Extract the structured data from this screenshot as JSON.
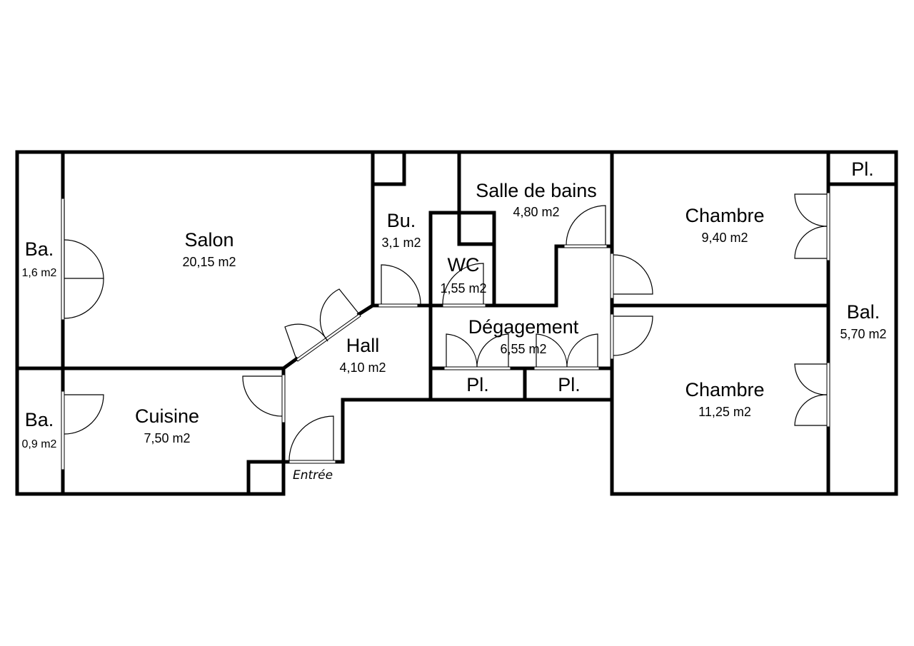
{
  "rooms": {
    "salon": {
      "name": "Salon",
      "area": "20,15 m2"
    },
    "balcony_left_top": {
      "name": "Ba.",
      "area": "1,6 m2"
    },
    "balcony_left_bottom": {
      "name": "Ba.",
      "area": "0,9 m2"
    },
    "cuisine": {
      "name": "Cuisine",
      "area": "7,50 m2"
    },
    "hall": {
      "name": "Hall",
      "area": "4,10 m2"
    },
    "bureau": {
      "name": "Bu.",
      "area": "3,1 m2"
    },
    "wc": {
      "name": "WC",
      "area": "1,55 m2"
    },
    "salle_de_bains": {
      "name": "Salle de bains",
      "area": "4,80 m2"
    },
    "degagement": {
      "name": "Dégagement",
      "area": "6,55 m2"
    },
    "placard_1": {
      "name": "Pl."
    },
    "placard_2": {
      "name": "Pl."
    },
    "placard_3": {
      "name": "Pl."
    },
    "chambre_top": {
      "name": "Chambre",
      "area": "9,40 m2"
    },
    "chambre_bottom": {
      "name": "Chambre",
      "area": "11,25 m2"
    },
    "balcon_right": {
      "name": "Bal.",
      "area": "5,70 m2"
    }
  },
  "entrance_label": "Entrée"
}
